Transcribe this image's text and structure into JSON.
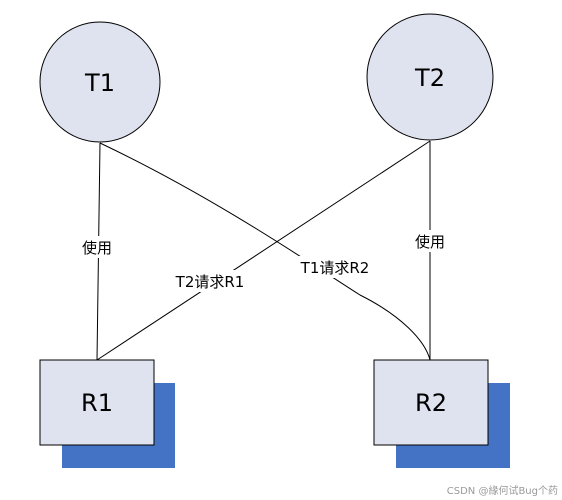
{
  "colors": {
    "circle_fill": "#dfe3ef",
    "box_fill": "#dfe3ef",
    "shadow_fill": "#4472c4",
    "stroke": "#000000"
  },
  "threads": [
    {
      "id": "T1",
      "label": "T1"
    },
    {
      "id": "T2",
      "label": "T2"
    }
  ],
  "resources": [
    {
      "id": "R1",
      "label": "R1"
    },
    {
      "id": "R2",
      "label": "R2"
    }
  ],
  "edges": [
    {
      "id": "t1-uses-r1",
      "from": "T1",
      "to": "R1",
      "label": "使用"
    },
    {
      "id": "t2-requests-r1",
      "from": "T2",
      "to": "R1",
      "label": "T2请求R1"
    },
    {
      "id": "t1-requests-r2",
      "from": "T1",
      "to": "R2",
      "label": "T1请求R2"
    },
    {
      "id": "t2-uses-r2",
      "from": "T2",
      "to": "R2",
      "label": "使用"
    }
  ],
  "watermark": "CSDN @緣何试Bug个药"
}
